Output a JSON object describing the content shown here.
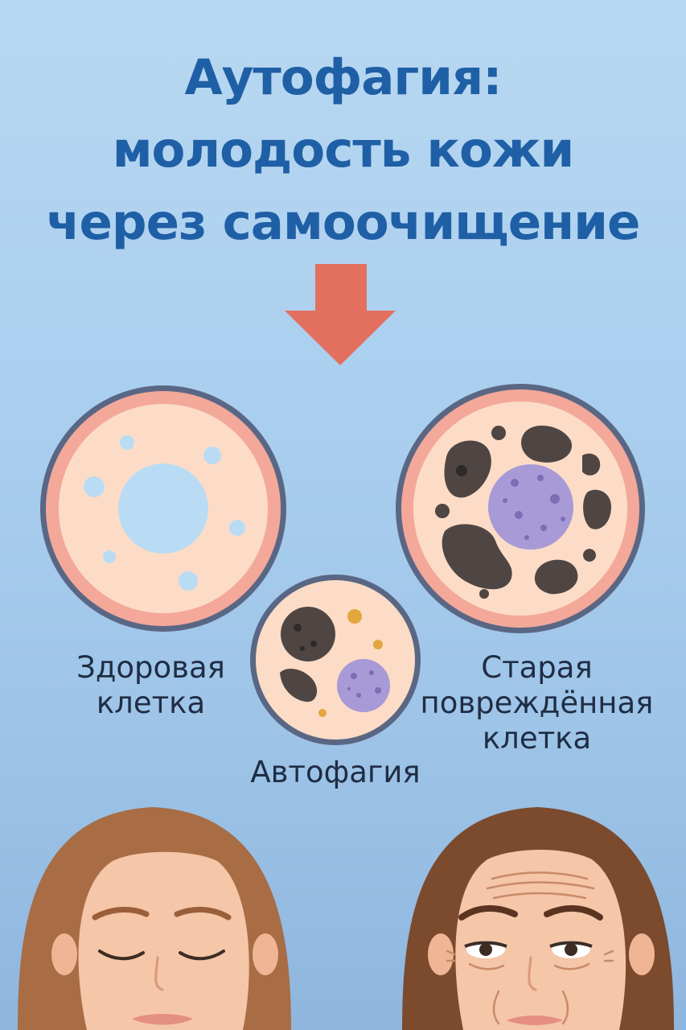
{
  "title": {
    "line1": "Аутофагия:",
    "line2": "молодость кожи",
    "line3": "через самоочищение"
  },
  "labels": {
    "healthy_line1": "Здоровая",
    "healthy_line2": "клетка",
    "autophagy": "Автофагия",
    "old_line1": "Старая",
    "old_line2": "повреждённая",
    "old_line3": "клетка"
  },
  "colors": {
    "title": "#1f5fa6",
    "arrow": "#e3705f",
    "cell_border": "#5a6784",
    "membrane": "#f3a89a",
    "cytoplasm": "#fcdcc6",
    "nucleus_healthy": "#b9dcf4",
    "nucleus_damaged": "#a89ad6",
    "debris": "#4f4644",
    "hair_young": "#a86d45",
    "hair_old": "#7c4a2d",
    "skin": "#f5c6a8"
  }
}
